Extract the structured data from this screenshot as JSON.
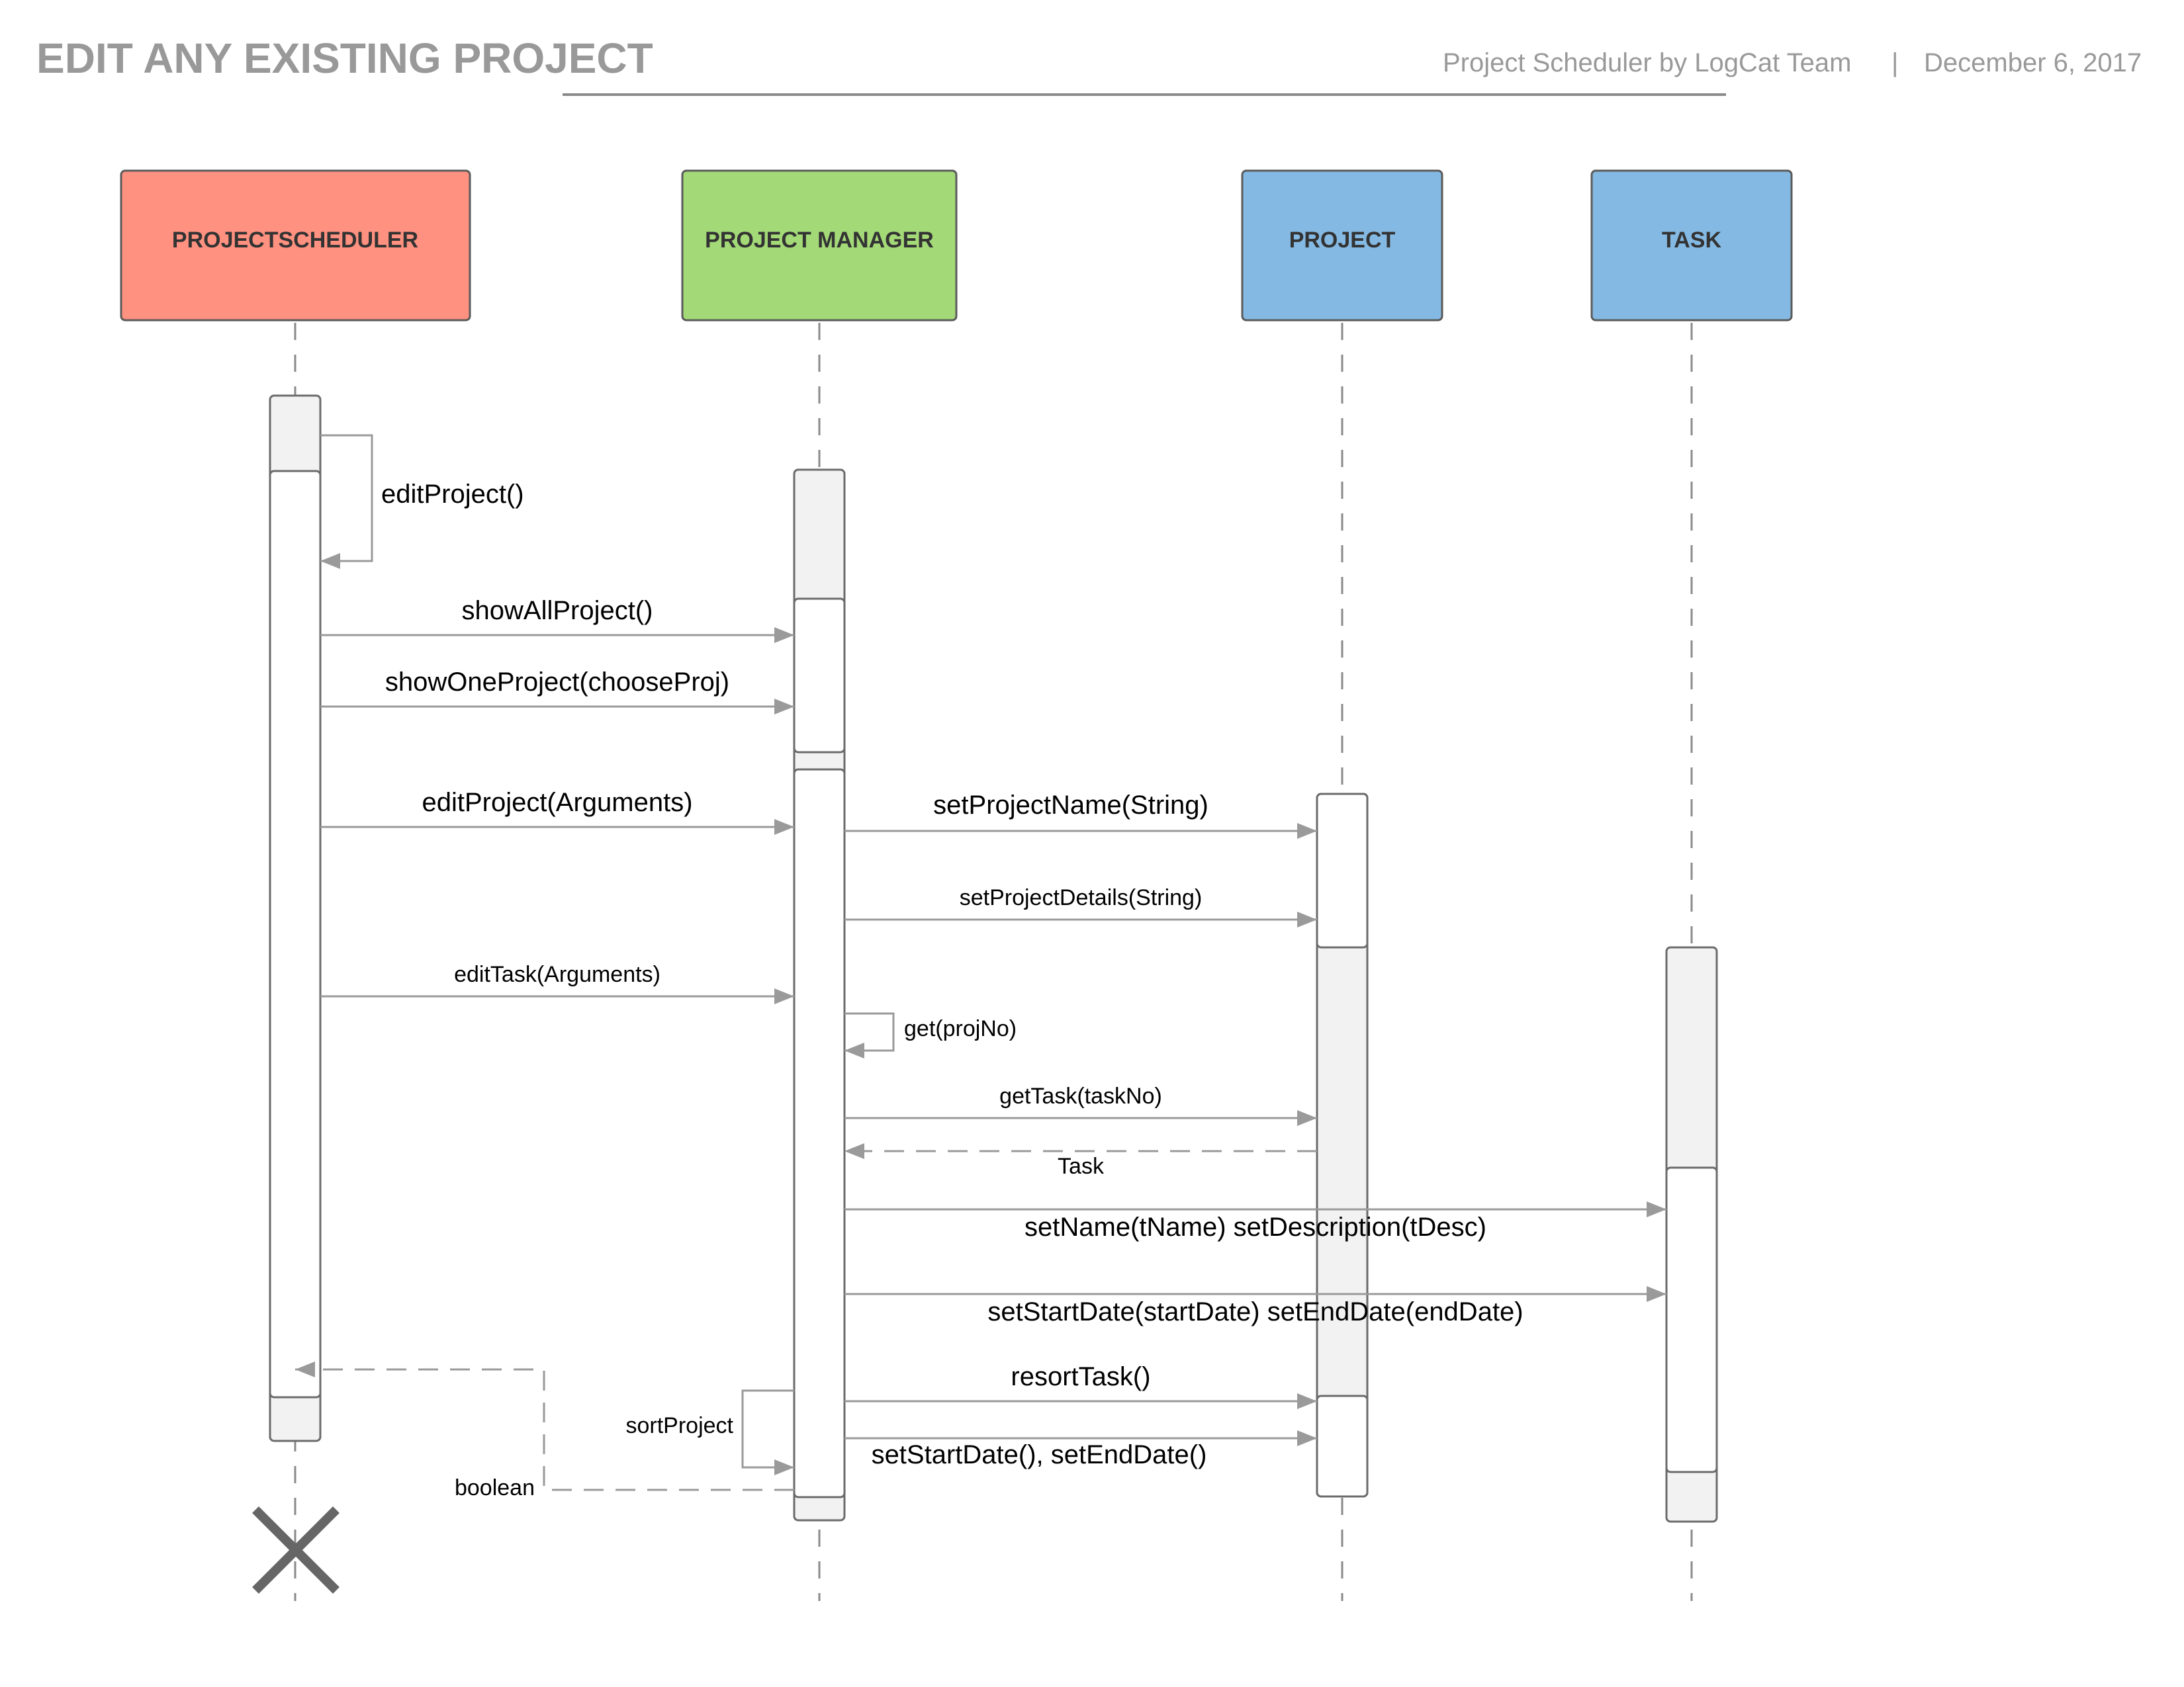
{
  "header": {
    "title": "EDIT ANY EXISTING PROJECT",
    "subtitle": "Project Scheduler by LogCat Team",
    "separator": "|",
    "date": "December 6, 2017"
  },
  "participants": [
    {
      "id": "scheduler",
      "label": "PROJECTSCHEDULER",
      "color": "#ff9180"
    },
    {
      "id": "manager",
      "label": "PROJECT MANAGER",
      "color": "#a3d977"
    },
    {
      "id": "project",
      "label": "PROJECT",
      "color": "#84b9e3"
    },
    {
      "id": "task",
      "label": "TASK",
      "color": "#84b9e3"
    }
  ],
  "messages": [
    {
      "id": "m1",
      "label": "editProject()",
      "from": "scheduler",
      "to": "scheduler",
      "kind": "self"
    },
    {
      "id": "m2",
      "label": "showAllProject()",
      "from": "scheduler",
      "to": "manager",
      "kind": "call"
    },
    {
      "id": "m3",
      "label": "showOneProject(chooseProj)",
      "from": "scheduler",
      "to": "manager",
      "kind": "call"
    },
    {
      "id": "m4",
      "label": "editProject(Arguments)",
      "from": "scheduler",
      "to": "manager",
      "kind": "call"
    },
    {
      "id": "m5",
      "label": "setProjectName(String)",
      "from": "manager",
      "to": "project",
      "kind": "call"
    },
    {
      "id": "m6",
      "label": "setProjectDetails(String)",
      "from": "manager",
      "to": "project",
      "kind": "call"
    },
    {
      "id": "m7",
      "label": "editTask(Arguments)",
      "from": "scheduler",
      "to": "manager",
      "kind": "call"
    },
    {
      "id": "m8",
      "label": "get(projNo)",
      "from": "manager",
      "to": "manager",
      "kind": "self"
    },
    {
      "id": "m9",
      "label": "getTask(taskNo)",
      "from": "manager",
      "to": "project",
      "kind": "call"
    },
    {
      "id": "m10",
      "label": "Task",
      "from": "project",
      "to": "manager",
      "kind": "return"
    },
    {
      "id": "m11",
      "label": "setName(tName) setDescription(tDesc)",
      "from": "manager",
      "to": "task",
      "kind": "call"
    },
    {
      "id": "m12",
      "label": "setStartDate(startDate) setEndDate(endDate)",
      "from": "manager",
      "to": "task",
      "kind": "call"
    },
    {
      "id": "m13",
      "label": "resortTask()",
      "from": "manager",
      "to": "project",
      "kind": "call"
    },
    {
      "id": "m14",
      "label": "setStartDate(), setEndDate()",
      "from": "manager",
      "to": "project",
      "kind": "call"
    },
    {
      "id": "m15",
      "label": "sortProject",
      "from": "manager",
      "to": "manager",
      "kind": "self"
    },
    {
      "id": "m16",
      "label": "boolean",
      "from": "manager",
      "to": "scheduler",
      "kind": "return"
    }
  ],
  "terminator": {
    "participant": "scheduler",
    "icon": "destroy-x-icon"
  }
}
